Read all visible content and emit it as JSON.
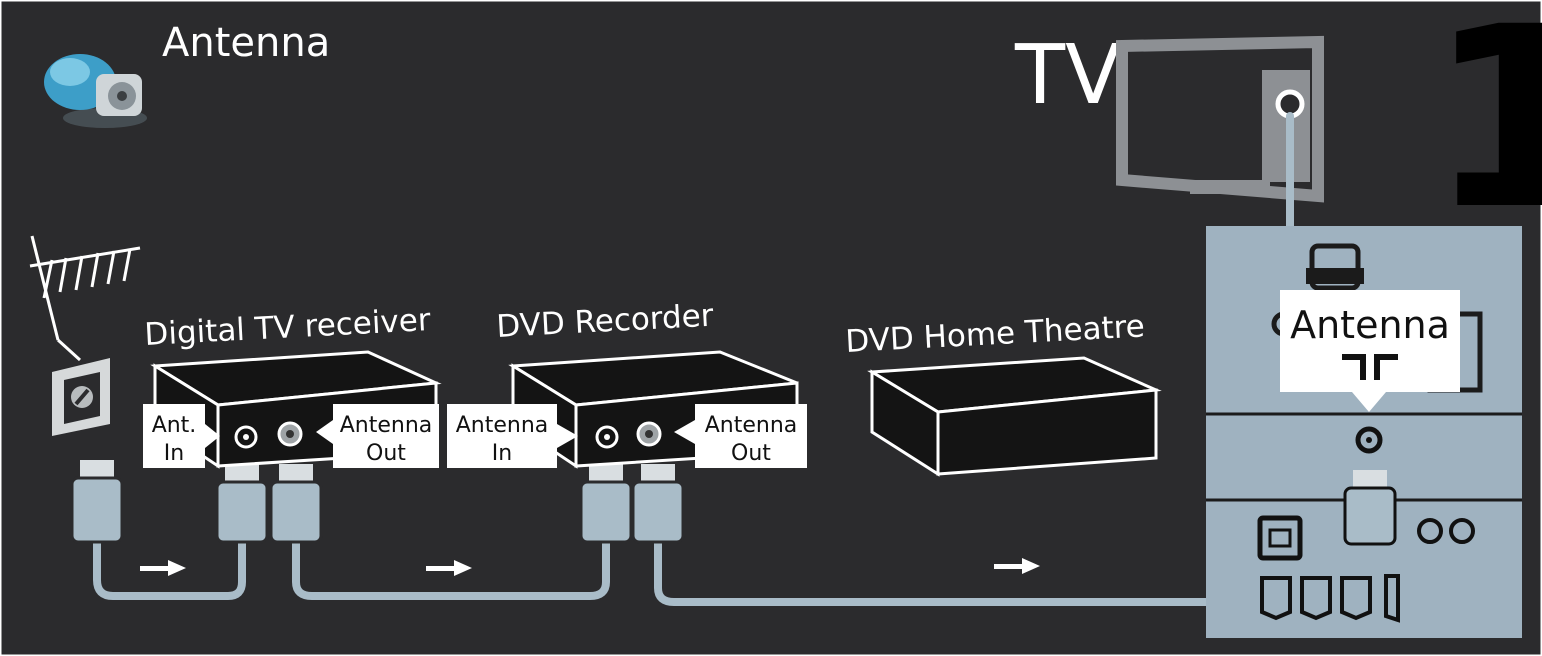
{
  "header": {
    "title": "Antenna",
    "step_number": "1"
  },
  "tv": {
    "label": "TV"
  },
  "devices": {
    "receiver": {
      "name": "Digital TV receiver",
      "in_line1": "Ant.",
      "in_line2": "In",
      "out_line1": "Antenna",
      "out_line2": "Out"
    },
    "recorder": {
      "name": "DVD Recorder",
      "in_line1": "Antenna",
      "in_line2": "In",
      "out_line1": "Antenna",
      "out_line2": "Out"
    },
    "theatre": {
      "name": "DVD  Home Theatre"
    }
  },
  "tv_panel": {
    "port_label": "Antenna"
  },
  "colors": {
    "background": "#2b2b2d",
    "panel": "#9fb2c0",
    "cable": "#a9bcc8",
    "device": "#141414",
    "label_bg": "#ffffff"
  },
  "icons": [
    "antenna-plug-icon",
    "aerial-icon",
    "wall-socket-icon",
    "tv-icon",
    "antenna-connector-symbol-icon"
  ]
}
